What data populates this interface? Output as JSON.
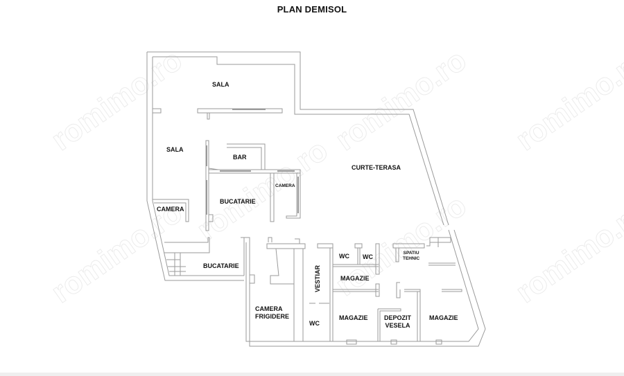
{
  "title": "PLAN DEMISOL",
  "watermark": "romimo.ro",
  "rooms": [
    {
      "id": "sala-top",
      "label": "SALA"
    },
    {
      "id": "sala-left",
      "label": "SALA"
    },
    {
      "id": "bar",
      "label": "BAR"
    },
    {
      "id": "camera-small",
      "label": "CAMERA"
    },
    {
      "id": "bucatarie-main",
      "label": "BUCATARIE"
    },
    {
      "id": "camera-left",
      "label": "CAMERA"
    },
    {
      "id": "curte-terasa",
      "label": "CURTE-TERASA"
    },
    {
      "id": "bucatarie-lower",
      "label": "BUCATARIE"
    },
    {
      "id": "camera-frigidere-1",
      "label": "CAMERA"
    },
    {
      "id": "camera-frigidere-2",
      "label": "FRIGIDERE"
    },
    {
      "id": "vestiar",
      "label": "VESTIAR"
    },
    {
      "id": "wc-1",
      "label": "WC"
    },
    {
      "id": "wc-2",
      "label": "WC"
    },
    {
      "id": "wc-3",
      "label": "WC"
    },
    {
      "id": "magazie-1",
      "label": "MAGAZIE"
    },
    {
      "id": "magazie-2",
      "label": "MAGAZIE"
    },
    {
      "id": "depozit-1",
      "label": "DEPOZIT"
    },
    {
      "id": "depozit-2",
      "label": "VESELA"
    },
    {
      "id": "magazie-3",
      "label": "MAGAZIE"
    },
    {
      "id": "spatiu-1",
      "label": "SPATIU"
    },
    {
      "id": "spatiu-2",
      "label": "TEHNIC"
    }
  ],
  "colors": {
    "wall": "#9a9a9a",
    "text": "#111111",
    "background": "#ffffff"
  }
}
